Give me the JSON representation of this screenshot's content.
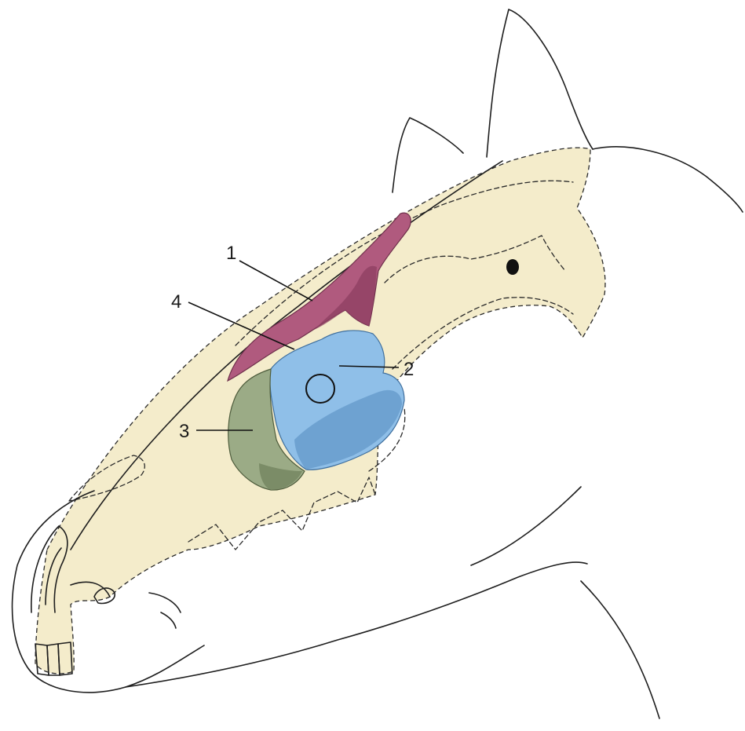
{
  "labels": {
    "sinus_1": "1",
    "sinus_2": "2",
    "sinus_3": "3",
    "sinus_4": "4"
  },
  "colors": {
    "skull": "#f4eccb",
    "sinus_1": "#b05a7e",
    "sinus_1_dark": "#8e3f61",
    "sinus_2": "#8fbfe8",
    "sinus_2_dark": "#5f96c7",
    "sinus_3": "#9bab86",
    "sinus_3_dark": "#6e7f5a",
    "outline": "#1e1e1e"
  }
}
